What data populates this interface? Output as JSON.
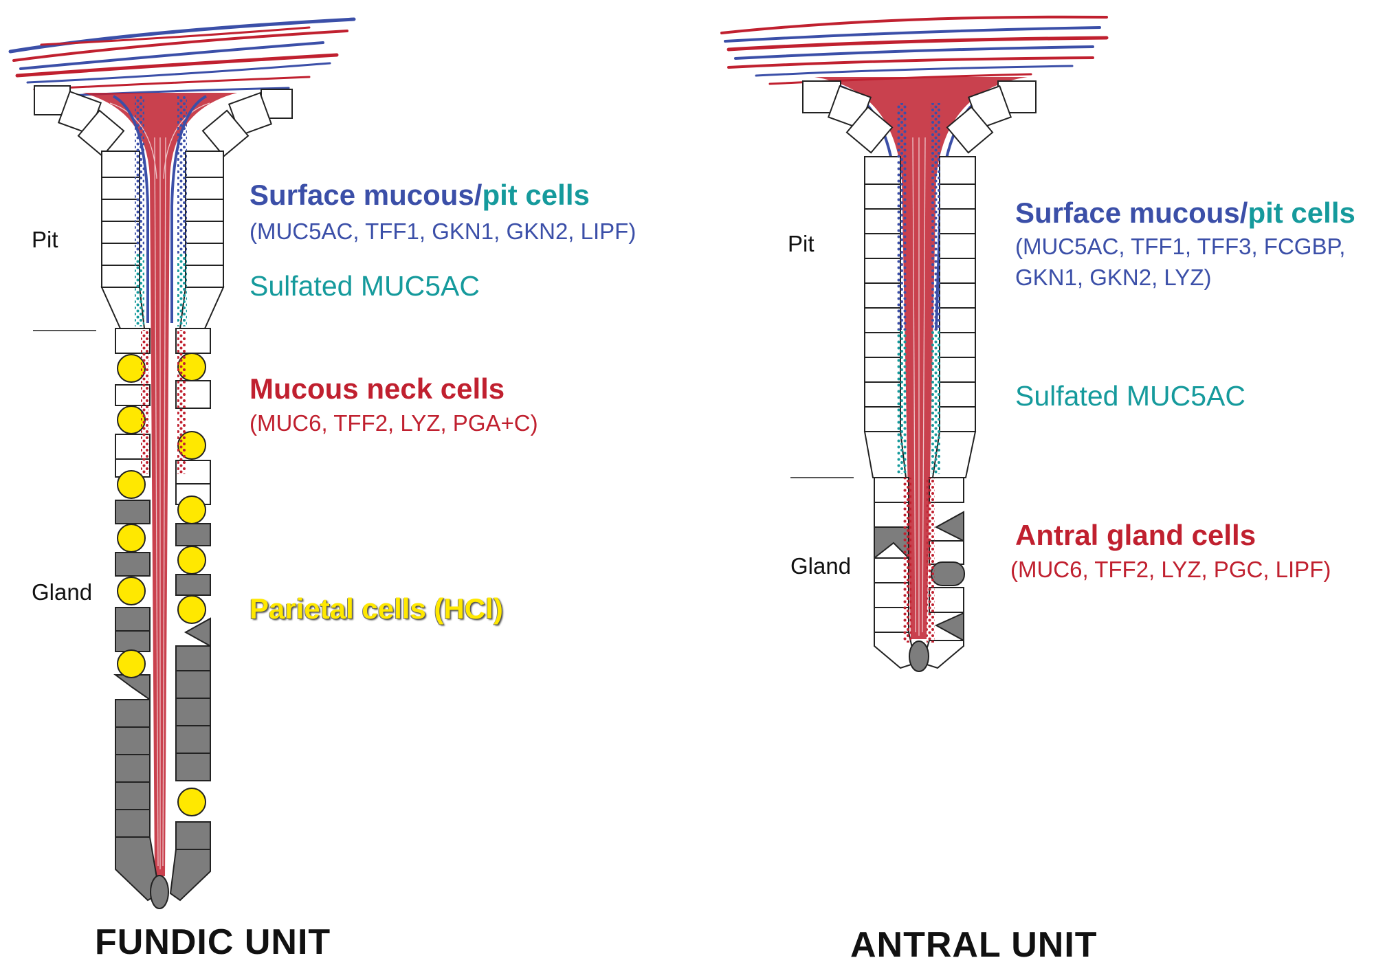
{
  "colors": {
    "surface_blue": "#3b4fa8",
    "pit_teal": "#159a9c",
    "neck_red": "#c0202f",
    "parietal_yellow": "#ffe800",
    "chief_gray": "#7d7d7d"
  },
  "fundic": {
    "title": "FUNDIC UNIT",
    "pit_label": "Pit",
    "gland_label": "Gland",
    "surface_head": "Surface mucous/",
    "surface_head_pit": "pit cells",
    "surface_markers": "(MUC5AC, TFF1, GKN1, GKN2, LIPF)",
    "sulfated": "Sulfated MUC5AC",
    "neck_head": "Mucous neck cells",
    "neck_markers": "(MUC6, TFF2, LYZ, PGA+C)",
    "parietal": "Parietal cells (HCl)"
  },
  "antral": {
    "title": "ANTRAL UNIT",
    "pit_label": "Pit",
    "gland_label": "Gland",
    "surface_head": "Surface mucous/",
    "surface_head_pit": "pit cells",
    "surface_markers_1": "(MUC5AC, TFF1, TFF3, FCGBP,",
    "surface_markers_2": "GKN1, GKN2, LYZ)",
    "sulfated": "Sulfated MUC5AC",
    "gland_head": "Antral gland cells",
    "gland_markers": "(MUC6, TFF2, LYZ, PGC, LIPF)"
  }
}
